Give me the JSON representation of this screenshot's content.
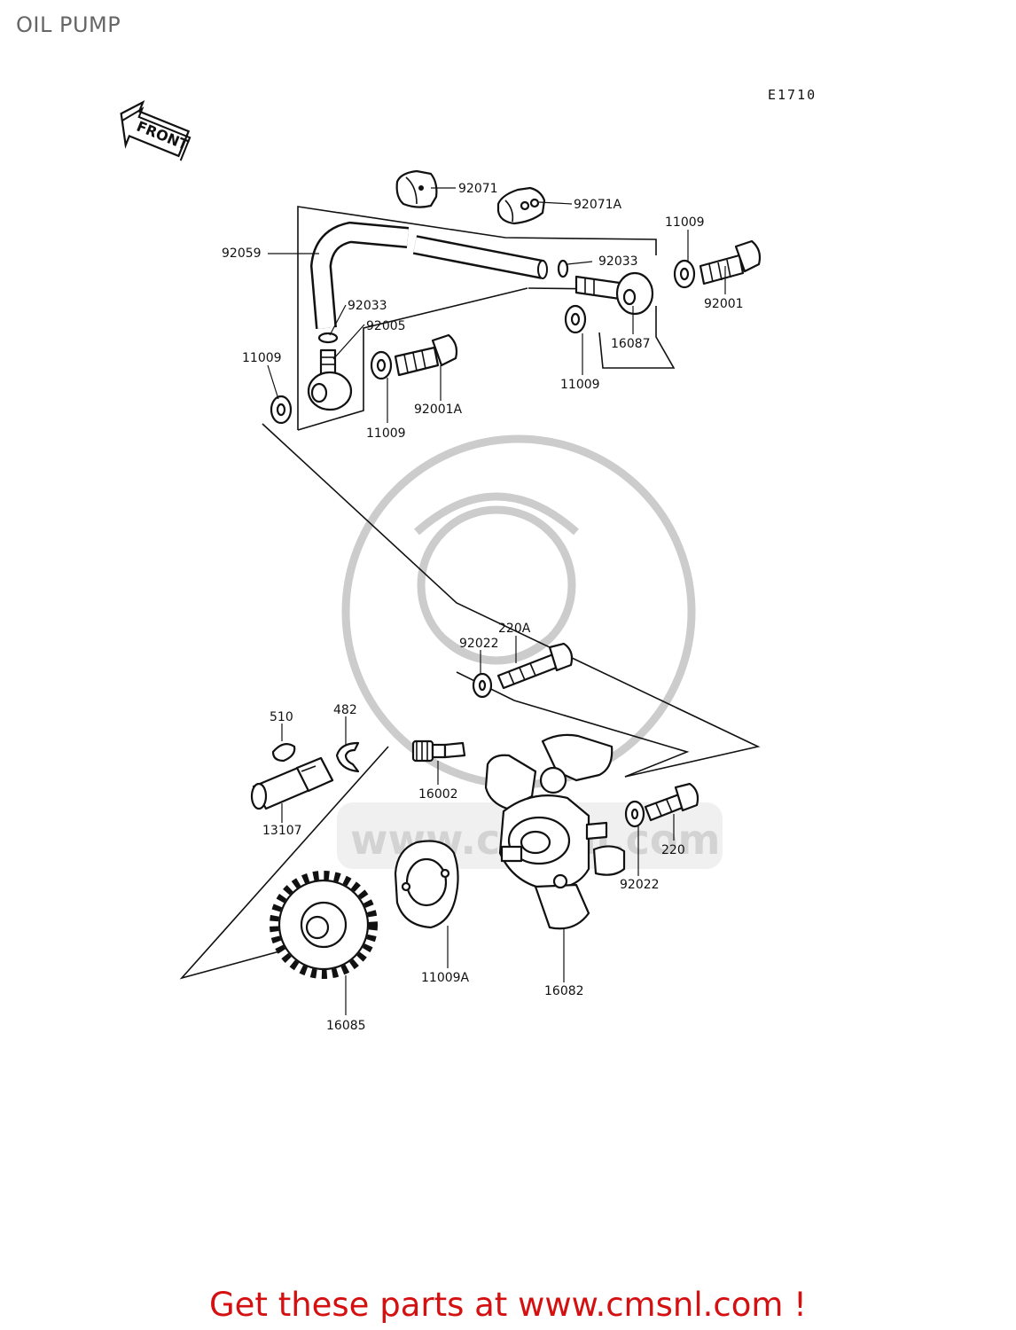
{
  "title": "OIL PUMP",
  "diagram_code": "E1710",
  "front_label": "FRONT",
  "watermark_text": "www.cmsnl.com",
  "ad_text": "Get these parts at www.cmsnl.com !",
  "labels": {
    "p92071": "92071",
    "p92071A": "92071A",
    "p92059": "92059",
    "p11009_top_right": "11009",
    "p92033_right": "92033",
    "p92001": "92001",
    "p92033_left": "92033",
    "p92005": "92005",
    "p16087": "16087",
    "p11009_left": "11009",
    "p11009_mid": "11009",
    "p92001A": "92001A",
    "p11009_right": "11009",
    "p220A": "220A",
    "p92022_top": "92022",
    "p510": "510",
    "p482": "482",
    "p16002": "16002",
    "p13107": "13107",
    "p220": "220",
    "p92022_right": "92022",
    "p11009A": "11009A",
    "p16082": "16082",
    "p16085": "16085"
  },
  "colors": {
    "title": "#666666",
    "ad": "#d41010",
    "lines": "#111111",
    "watermark": "#cccccc"
  }
}
